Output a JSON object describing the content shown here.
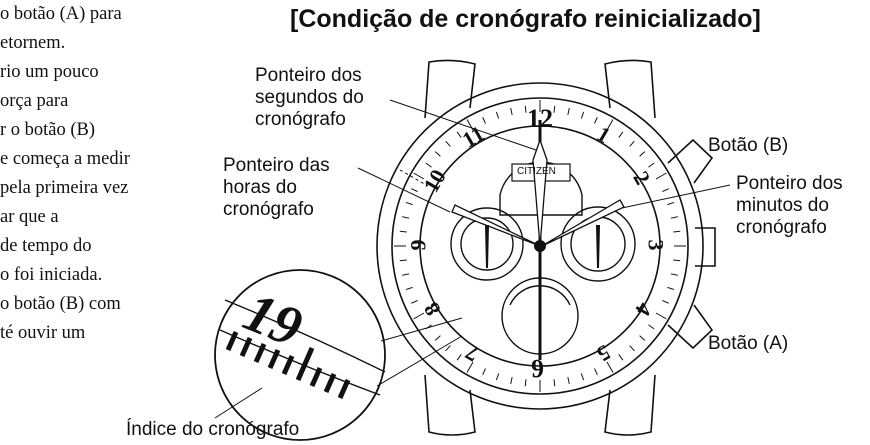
{
  "left_text": {
    "lines": [
      "o botão (A) para",
      "etornem.",
      "rio um pouco",
      "orça para",
      "r o botão (B)",
      "e começa a medir",
      "pela primeira vez",
      "ar que a",
      "de tempo do",
      "o foi iniciada.",
      "o botão (B) com",
      "té ouvir um"
    ]
  },
  "title": "[Condição de cronógrafo reinicializado]",
  "labels": {
    "seconds_hand": [
      "Ponteiro dos",
      "segundos do",
      "cronógrafo"
    ],
    "hours_hand": [
      "Ponteiro das",
      "horas do",
      "cronógrafo"
    ],
    "minutes_hand": [
      "Ponteiro dos",
      "minutos do",
      "cronógrafo"
    ],
    "button_b": "Botão (B)",
    "button_a": "Botão (A)",
    "index": "Índice do cronógrafo"
  },
  "watch": {
    "brand": "CITIZEN",
    "hour_numerals": [
      "12",
      "1",
      "2",
      "3",
      "4",
      "5",
      "6",
      "7",
      "8",
      "9",
      "10",
      "11"
    ],
    "zoom_numeral": "19"
  }
}
